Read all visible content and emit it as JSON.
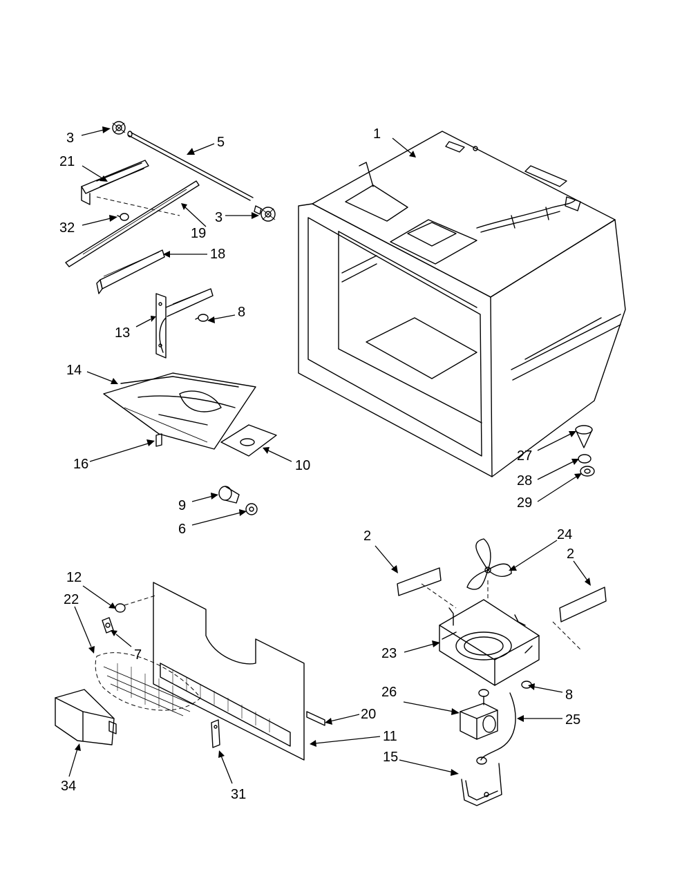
{
  "callouts": [
    {
      "id": "c1",
      "text": "1"
    },
    {
      "id": "c2a",
      "text": "2"
    },
    {
      "id": "c2b",
      "text": "2"
    },
    {
      "id": "c3a",
      "text": "3"
    },
    {
      "id": "c3b",
      "text": "3"
    },
    {
      "id": "c5",
      "text": "5"
    },
    {
      "id": "c6",
      "text": "6"
    },
    {
      "id": "c7",
      "text": "7"
    },
    {
      "id": "c8a",
      "text": "8"
    },
    {
      "id": "c8b",
      "text": "8"
    },
    {
      "id": "c9",
      "text": "9"
    },
    {
      "id": "c10",
      "text": "10"
    },
    {
      "id": "c11",
      "text": "11"
    },
    {
      "id": "c12",
      "text": "12"
    },
    {
      "id": "c13",
      "text": "13"
    },
    {
      "id": "c14",
      "text": "14"
    },
    {
      "id": "c15",
      "text": "15"
    },
    {
      "id": "c16",
      "text": "16"
    },
    {
      "id": "c18",
      "text": "18"
    },
    {
      "id": "c19",
      "text": "19"
    },
    {
      "id": "c20",
      "text": "20"
    },
    {
      "id": "c21",
      "text": "21"
    },
    {
      "id": "c22",
      "text": "22"
    },
    {
      "id": "c23",
      "text": "23"
    },
    {
      "id": "c24",
      "text": "24"
    },
    {
      "id": "c25",
      "text": "25"
    },
    {
      "id": "c26",
      "text": "26"
    },
    {
      "id": "c27",
      "text": "27"
    },
    {
      "id": "c28",
      "text": "28"
    },
    {
      "id": "c29",
      "text": "29"
    },
    {
      "id": "c31",
      "text": "31"
    },
    {
      "id": "c32",
      "text": "32"
    },
    {
      "id": "c34",
      "text": "34"
    }
  ]
}
